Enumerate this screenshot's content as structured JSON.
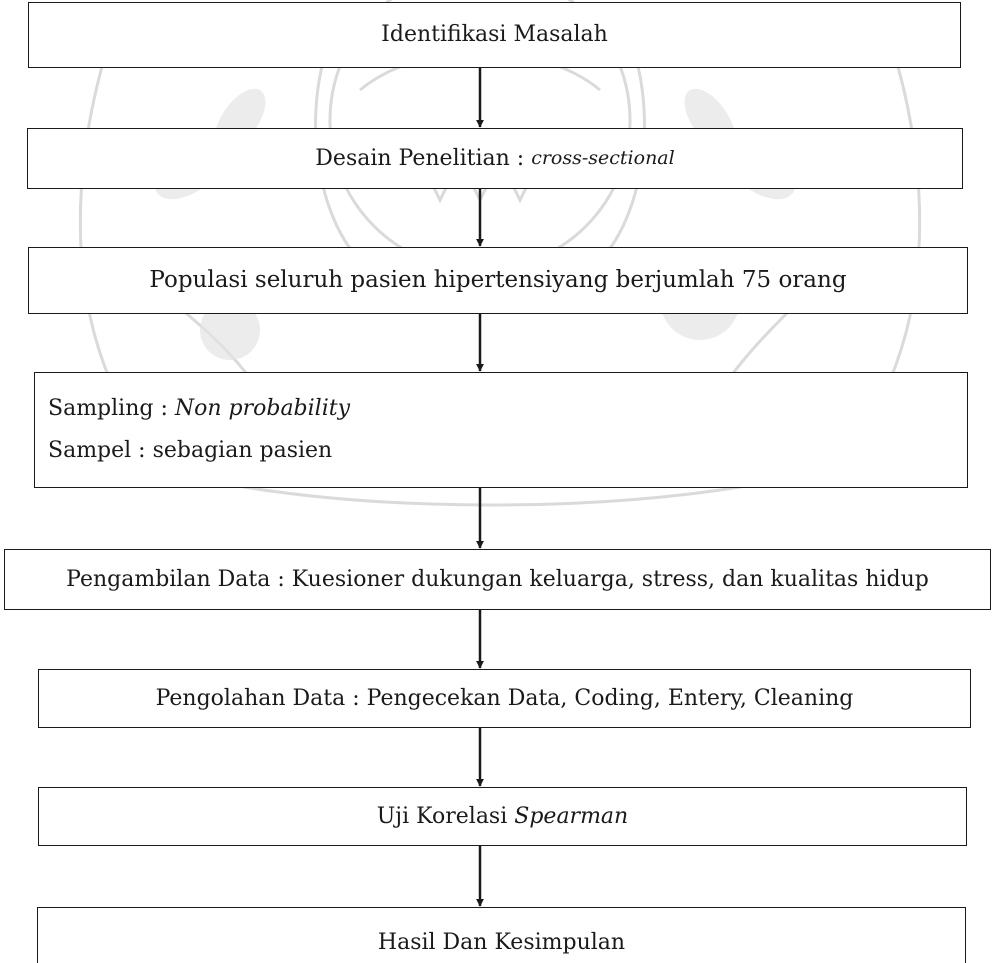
{
  "steps": [
    {
      "text": "Identifikasi Masalah"
    },
    {
      "text": "Desain Penelitian : ",
      "italic": "cross-sectional"
    },
    {
      "text": "Populasi seluruh pasien hipertensiyang berjumlah 75 orang"
    },
    {
      "line1_text": "Sampling : ",
      "line1_italic": "Non probability",
      "line2_text": "Sampel : sebagian pasien"
    },
    {
      "text": "Pengambilan Data : Kuesioner dukungan keluarga, stress, dan kualitas hidup"
    },
    {
      "text": "Pengolahan Data : Pengecekan Data, Coding, Entery, Cleaning"
    },
    {
      "text": "Uji Korelasi ",
      "italic": "Spearman"
    },
    {
      "text": "Hasil Dan Kesimpulan"
    }
  ],
  "colors": {
    "stroke": "#1a1a1a",
    "watermark": "#d8d8d8"
  }
}
